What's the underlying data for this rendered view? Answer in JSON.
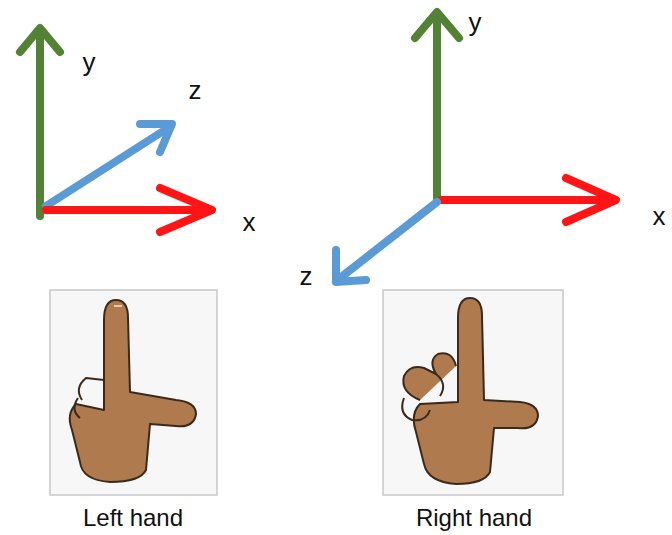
{
  "diagram": {
    "labels": [
      "y",
      "z",
      "x",
      "y",
      "x",
      "z",
      "Left hand",
      "Right hand"
    ]
  }
}
